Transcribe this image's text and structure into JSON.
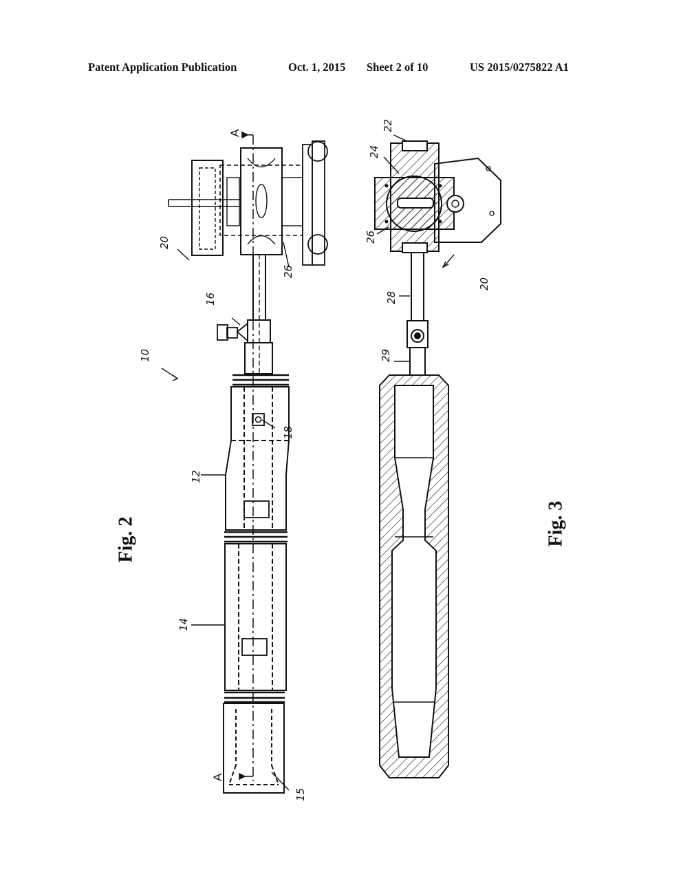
{
  "header": {
    "publication": "Patent Application Publication",
    "date": "Oct. 1, 2015",
    "sheet": "Sheet 2 of 10",
    "number": "US 2015/0275822 A1"
  },
  "figures": {
    "fig2_label": "Fig. 2",
    "fig3_label": "Fig. 3"
  },
  "section_marks": {
    "top": "A",
    "bottom": "A"
  },
  "reference_numerals": {
    "r10": "10",
    "r12": "12",
    "r14": "14",
    "r15": "15",
    "r16": "16",
    "r18": "18",
    "r20_fig2": "20",
    "r26_fig2": "26",
    "r22": "22",
    "r24": "24",
    "r26_fig3": "26",
    "r20_fig3": "20",
    "r28": "28",
    "r29": "29"
  }
}
